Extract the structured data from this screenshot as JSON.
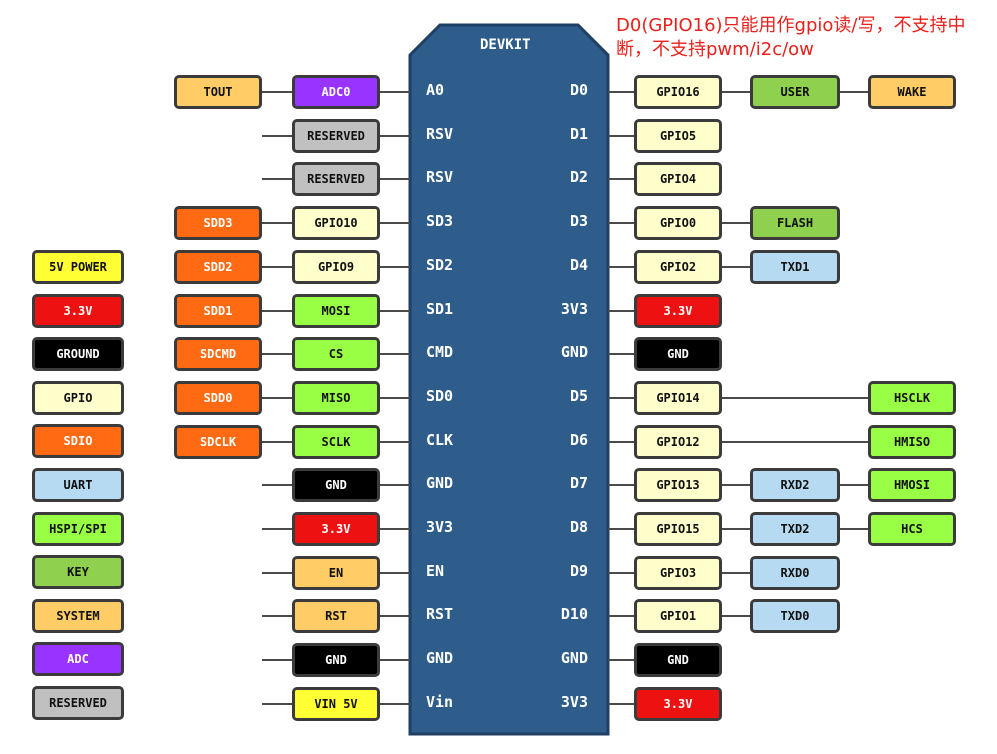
{
  "note": "D0(GPIO16)只能用作gpio读/写，不支持中断，不支持pwm/i2c/ow",
  "board": {
    "title": "DEVKIT",
    "body_color": "#2f5d8b",
    "border_color": "#1f3f63"
  },
  "colors": {
    "gpio": "#ffffcc",
    "sdio": "#ff6a13",
    "uart": "#b5daf2",
    "spi": "#99ff44",
    "key": "#8fd14f",
    "system": "#ffcc66",
    "adc": "#9933ff",
    "reserved": "#c0c0c0",
    "power5v": "#ffff33",
    "power33": "#ee1111",
    "ground": "#000000"
  },
  "legend": [
    {
      "label": "5V POWER",
      "type": "power5v"
    },
    {
      "label": "3.3V",
      "type": "power33"
    },
    {
      "label": "GROUND",
      "type": "ground"
    },
    {
      "label": "GPIO",
      "type": "gpio"
    },
    {
      "label": "SDIO",
      "type": "sdio"
    },
    {
      "label": "UART",
      "type": "uart"
    },
    {
      "label": "HSPI/SPI",
      "type": "spi"
    },
    {
      "label": "KEY",
      "type": "key"
    },
    {
      "label": "SYSTEM",
      "type": "system"
    },
    {
      "label": "ADC",
      "type": "adc"
    },
    {
      "label": "RESERVED",
      "type": "reserved"
    }
  ],
  "left_rows": [
    {
      "board": "A0",
      "pin": {
        "label": "ADC0",
        "type": "adc"
      },
      "ext": {
        "label": "TOUT",
        "type": "system"
      }
    },
    {
      "board": "RSV",
      "pin": {
        "label": "RESERVED",
        "type": "reserved"
      }
    },
    {
      "board": "RSV",
      "pin": {
        "label": "RESERVED",
        "type": "reserved"
      }
    },
    {
      "board": "SD3",
      "pin": {
        "label": "GPIO10",
        "type": "gpio"
      },
      "ext": {
        "label": "SDD3",
        "type": "sdio"
      }
    },
    {
      "board": "SD2",
      "pin": {
        "label": "GPIO9",
        "type": "gpio"
      },
      "ext": {
        "label": "SDD2",
        "type": "sdio"
      }
    },
    {
      "board": "SD1",
      "pin": {
        "label": "MOSI",
        "type": "spi"
      },
      "ext": {
        "label": "SDD1",
        "type": "sdio"
      }
    },
    {
      "board": "CMD",
      "pin": {
        "label": "CS",
        "type": "spi"
      },
      "ext": {
        "label": "SDCMD",
        "type": "sdio"
      }
    },
    {
      "board": "SD0",
      "pin": {
        "label": "MISO",
        "type": "spi"
      },
      "ext": {
        "label": "SDD0",
        "type": "sdio"
      }
    },
    {
      "board": "CLK",
      "pin": {
        "label": "SCLK",
        "type": "spi"
      },
      "ext": {
        "label": "SDCLK",
        "type": "sdio"
      }
    },
    {
      "board": "GND",
      "pin": {
        "label": "GND",
        "type": "ground"
      }
    },
    {
      "board": "3V3",
      "pin": {
        "label": "3.3V",
        "type": "power33"
      }
    },
    {
      "board": "EN",
      "pin": {
        "label": "EN",
        "type": "system"
      }
    },
    {
      "board": "RST",
      "pin": {
        "label": "RST",
        "type": "system"
      }
    },
    {
      "board": "GND",
      "pin": {
        "label": "GND",
        "type": "ground"
      }
    },
    {
      "board": "Vin",
      "pin": {
        "label": "VIN 5V",
        "type": "power5v"
      }
    }
  ],
  "right_rows": [
    {
      "board": "D0",
      "pin": {
        "label": "GPIO16",
        "type": "gpio"
      },
      "mid": {
        "label": "USER",
        "type": "key"
      },
      "far": {
        "label": "WAKE",
        "type": "system"
      }
    },
    {
      "board": "D1",
      "pin": {
        "label": "GPIO5",
        "type": "gpio"
      }
    },
    {
      "board": "D2",
      "pin": {
        "label": "GPIO4",
        "type": "gpio"
      }
    },
    {
      "board": "D3",
      "pin": {
        "label": "GPIO0",
        "type": "gpio"
      },
      "mid": {
        "label": "FLASH",
        "type": "key"
      }
    },
    {
      "board": "D4",
      "pin": {
        "label": "GPIO2",
        "type": "gpio"
      },
      "mid": {
        "label": "TXD1",
        "type": "uart"
      }
    },
    {
      "board": "3V3",
      "pin": {
        "label": "3.3V",
        "type": "power33"
      }
    },
    {
      "board": "GND",
      "pin": {
        "label": "GND",
        "type": "ground"
      }
    },
    {
      "board": "D5",
      "pin": {
        "label": "GPIO14",
        "type": "gpio"
      },
      "far": {
        "label": "HSCLK",
        "type": "spi"
      }
    },
    {
      "board": "D6",
      "pin": {
        "label": "GPIO12",
        "type": "gpio"
      },
      "far": {
        "label": "HMISO",
        "type": "spi"
      }
    },
    {
      "board": "D7",
      "pin": {
        "label": "GPIO13",
        "type": "gpio"
      },
      "mid": {
        "label": "RXD2",
        "type": "uart"
      },
      "far": {
        "label": "HMOSI",
        "type": "spi"
      }
    },
    {
      "board": "D8",
      "pin": {
        "label": "GPIO15",
        "type": "gpio"
      },
      "mid": {
        "label": "TXD2",
        "type": "uart"
      },
      "far": {
        "label": "HCS",
        "type": "spi"
      }
    },
    {
      "board": "D9",
      "pin": {
        "label": "GPIO3",
        "type": "gpio"
      },
      "mid": {
        "label": "RXD0",
        "type": "uart"
      }
    },
    {
      "board": "D10",
      "pin": {
        "label": "GPIO1",
        "type": "gpio"
      },
      "mid": {
        "label": "TXD0",
        "type": "uart"
      }
    },
    {
      "board": "GND",
      "pin": {
        "label": "GND",
        "type": "ground"
      }
    },
    {
      "board": "3V3",
      "pin": {
        "label": "3.3V",
        "type": "power33"
      }
    }
  ]
}
